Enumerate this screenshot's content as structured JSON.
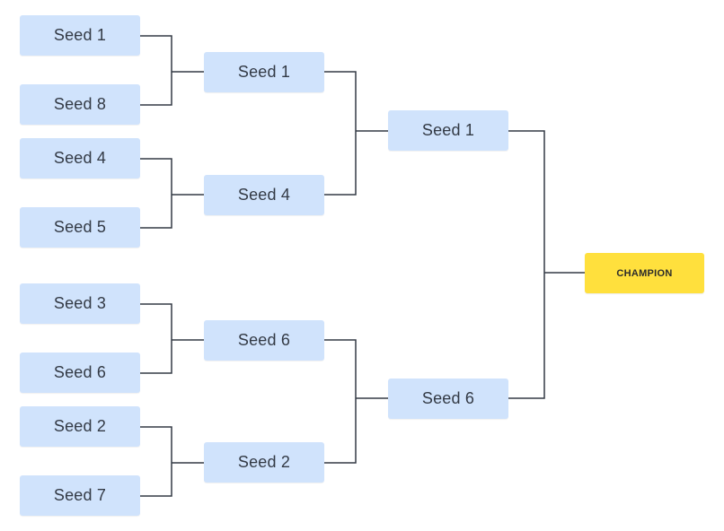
{
  "bracket": {
    "round1": [
      "Seed 1",
      "Seed 8",
      "Seed 4",
      "Seed 5",
      "Seed 3",
      "Seed 6",
      "Seed 2",
      "Seed 7"
    ],
    "round2": [
      "Seed 1",
      "Seed 4",
      "Seed 6",
      "Seed 2"
    ],
    "round3": [
      "Seed 1",
      "Seed 6"
    ],
    "champion_label": "CHAMPION"
  },
  "colors": {
    "seed_box": "#d0e3fc",
    "champion_box": "#ffe03d",
    "connector_line": "#333a45"
  }
}
